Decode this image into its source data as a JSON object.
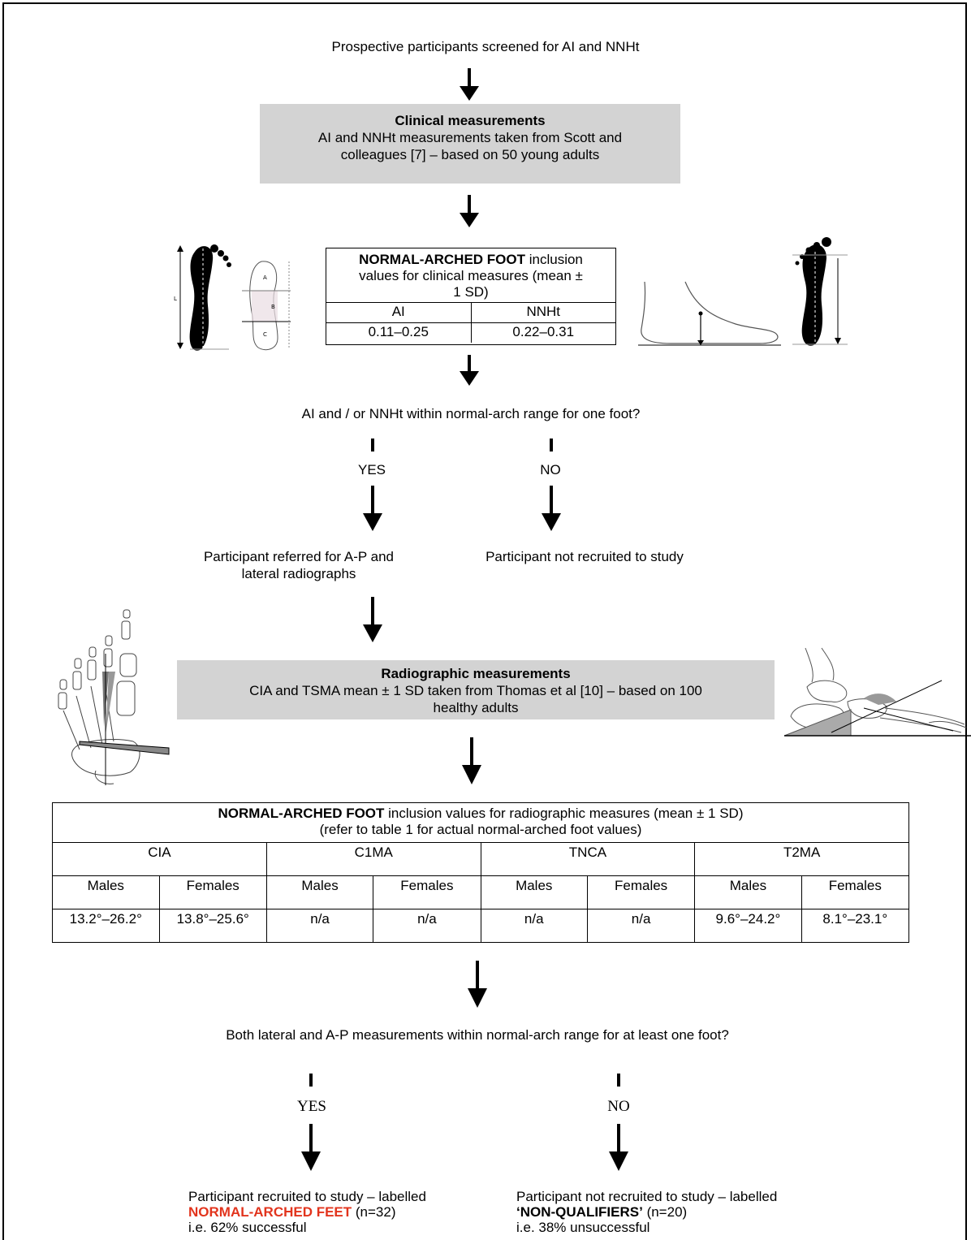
{
  "step1": "Prospective participants screened for AI and NNHt",
  "clinical": {
    "title": "Clinical measurements",
    "line1": "AI and NNHt measurements taken from Scott and",
    "line2": "colleagues [7] – based on 50 young adults"
  },
  "clinical_table": {
    "title_bold": "NORMAL-ARCHED FOOT",
    "title_rest1": " inclusion",
    "title_line2": "values for clinical measures (mean ±",
    "title_line3": "1 SD)",
    "headers": [
      "AI",
      "NNHt"
    ],
    "values": [
      "0.11–0.25",
      "0.22–0.31"
    ]
  },
  "foot_labels": {
    "l": "L",
    "a": "A",
    "b": "B",
    "c": "C"
  },
  "question1": "AI and / or NNHt within normal-arch range for one foot?",
  "yes1": "YES",
  "no1": "NO",
  "referred": {
    "line1": "Participant referred for A-P and",
    "line2": "lateral radiographs"
  },
  "not_recruited1": "Participant not recruited to study",
  "radiographic": {
    "title": "Radiographic measurements",
    "line1": "CIA and TSMA mean ± 1 SD taken from Thomas et al [10] – based on 100",
    "line2": "healthy adults"
  },
  "radio_table": {
    "title_bold": "NORMAL-ARCHED FOOT",
    "title_rest": " inclusion values for radiographic measures (mean ± 1 SD)",
    "subtitle": "(refer to table 1 for actual normal-arched foot values)",
    "groups": [
      "CIA",
      "C1MA",
      "TNCA",
      "T2MA"
    ],
    "sexes": [
      "Males",
      "Females",
      "Males",
      "Females",
      "Males",
      "Females",
      "Males",
      "Females"
    ],
    "values": [
      "13.2°–26.2°",
      "13.8°–25.6°",
      "n/a",
      "n/a",
      "n/a",
      "n/a",
      "9.6°–24.2°",
      "8.1°–23.1°"
    ]
  },
  "question2": "Both lateral and A-P measurements within normal-arch range for at least one foot?",
  "yes2": "YES",
  "no2": "NO",
  "recruited": {
    "line1": "Participant recruited to study – labelled",
    "label": "NORMAL-ARCHED FEET",
    "count": " (n=32)",
    "line3": "i.e. 62% successful"
  },
  "nonqual": {
    "line1": "Participant not recruited to study – labelled",
    "label": "‘NON-QUALIFIERS’",
    "count": " (n=20)",
    "line3": "i.e. 38% unsuccessful"
  },
  "colors": {
    "box_gray": "#d3d3d3",
    "accent_red": "#e2341d"
  }
}
